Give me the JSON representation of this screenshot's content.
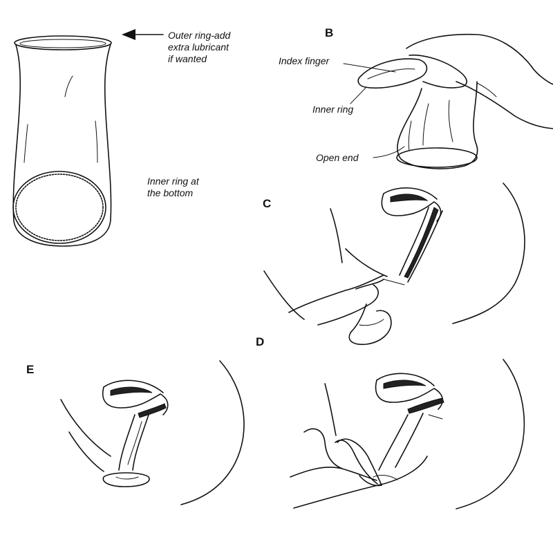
{
  "panels": {
    "a": {
      "outer_ring_label": [
        "Outer ring-add",
        "extra lubricant",
        "if wanted"
      ],
      "inner_ring_label": [
        "Inner ring at",
        "the bottom"
      ]
    },
    "b": {
      "letter": "B",
      "index_finger_label": "Index finger",
      "inner_ring_label": "Inner ring",
      "open_end_label": "Open end"
    },
    "c": {
      "letter": "C"
    },
    "d": {
      "letter": "D"
    },
    "e": {
      "letter": "E"
    }
  }
}
